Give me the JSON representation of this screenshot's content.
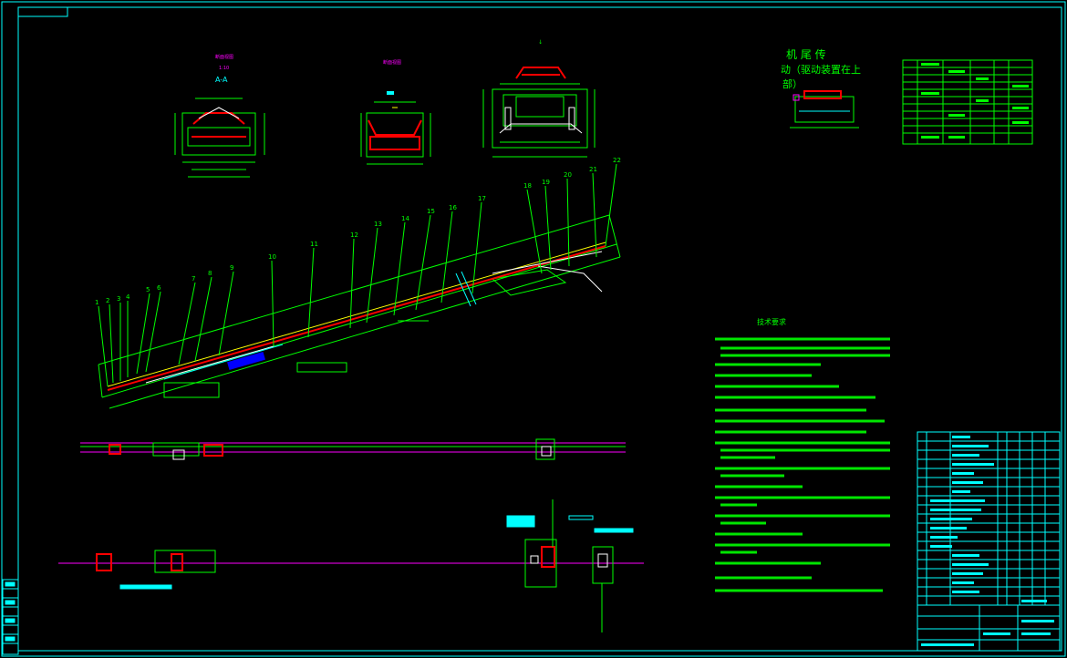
{
  "colors": {
    "background": "#000000",
    "line_green": "#00ff00",
    "line_cyan": "#00ffff",
    "line_magenta": "#ff00ff",
    "line_red": "#ff0000",
    "line_yellow": "#ffff00",
    "line_white": "#ffffff",
    "line_blue": "#0000ff"
  },
  "section_view_left": {
    "title": "A-A"
  },
  "tail_drive_note": {
    "line1": "机 尾 传",
    "line2": "动（驱动装置在上",
    "line3": "部）"
  },
  "technical_requirements": {
    "title": "技术要求"
  },
  "callouts": [
    "1",
    "2",
    "3",
    "4",
    "5",
    "6",
    "7",
    "8",
    "9",
    "10",
    "11",
    "12",
    "13",
    "14",
    "15",
    "16",
    "17",
    "18",
    "19",
    "20",
    "21",
    "22"
  ]
}
